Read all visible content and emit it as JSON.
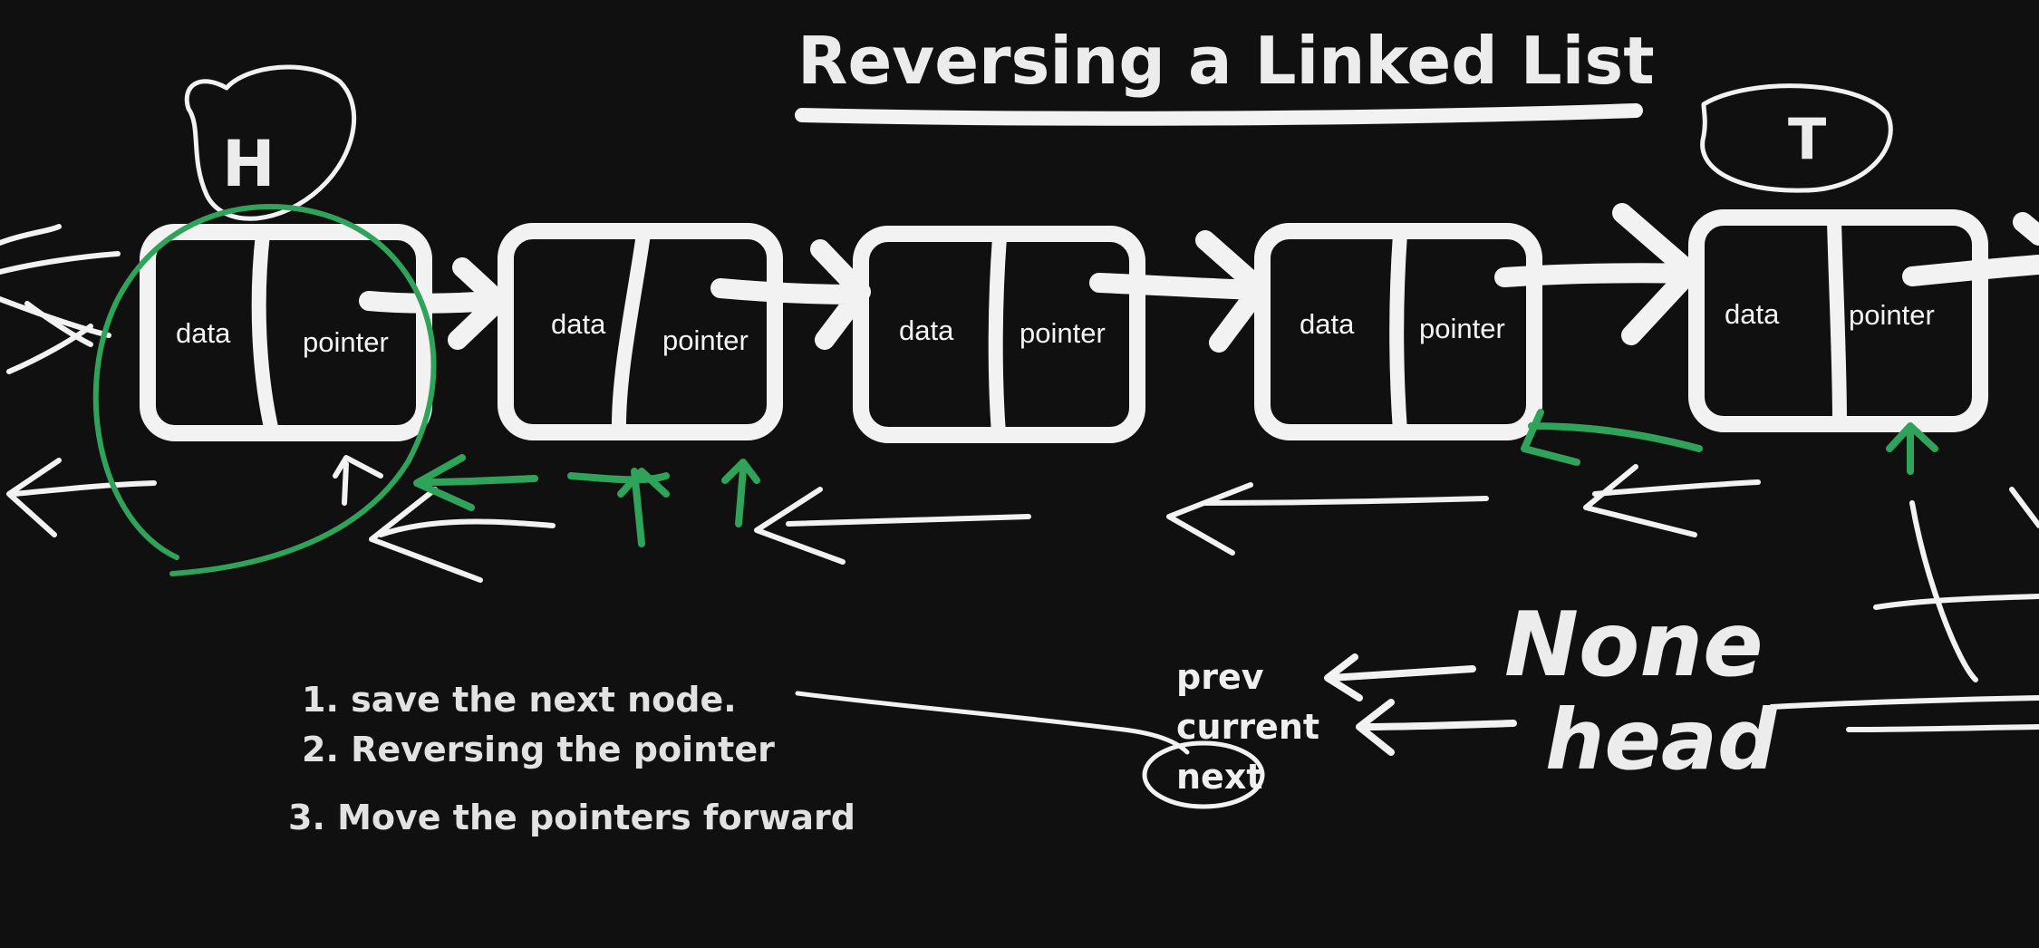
{
  "title": "Reversing a Linked List",
  "head_label": "H",
  "tail_label": "T",
  "node_data_label": "data",
  "node_pointer_label": "pointer",
  "nodes": [
    {
      "data": "data",
      "pointer": "pointer"
    },
    {
      "data": "data",
      "pointer": "pointer"
    },
    {
      "data": "data",
      "pointer": "pointer"
    },
    {
      "data": "data",
      "pointer": "pointer"
    },
    {
      "data": "data",
      "pointer": "pointer"
    }
  ],
  "steps": [
    "1. save the next node.",
    "2. Reversing the pointer",
    "3. Move the pointers forward"
  ],
  "variables": [
    "prev",
    "current",
    "next"
  ],
  "variable_values": [
    "None",
    "head"
  ],
  "colors": {
    "background": "#101010",
    "ink": "#f2f2f2",
    "highlight": "#2fa35a"
  }
}
